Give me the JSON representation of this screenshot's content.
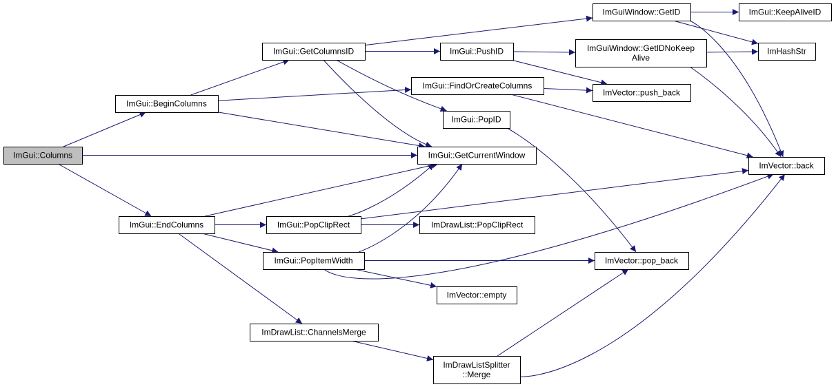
{
  "colors": {
    "edge": "#191970",
    "node_border": "#000000",
    "root_fill": "#bfbfbf",
    "node_fill": "#ffffff"
  },
  "nodes": [
    {
      "id": "columns",
      "label": [
        "ImGui::Columns"
      ],
      "root": true
    },
    {
      "id": "begincolumns",
      "label": [
        "ImGui::BeginColumns"
      ]
    },
    {
      "id": "endcolumns",
      "label": [
        "ImGui::EndColumns"
      ]
    },
    {
      "id": "getcolumnsid",
      "label": [
        "ImGui::GetColumnsID"
      ]
    },
    {
      "id": "findorcreate",
      "label": [
        "ImGui::FindOrCreateColumns"
      ]
    },
    {
      "id": "getcurrentwindow",
      "label": [
        "ImGui::GetCurrentWindow"
      ]
    },
    {
      "id": "pushid",
      "label": [
        "ImGui::PushID"
      ]
    },
    {
      "id": "popid",
      "label": [
        "ImGui::PopID"
      ]
    },
    {
      "id": "popcliprect",
      "label": [
        "ImGui::PopClipRect"
      ]
    },
    {
      "id": "popitemwidth",
      "label": [
        "ImGui::PopItemWidth"
      ]
    },
    {
      "id": "channelsmerge",
      "label": [
        "ImDrawList::ChannelsMerge"
      ]
    },
    {
      "id": "windowgetid",
      "label": [
        "ImGuiWindow::GetID"
      ]
    },
    {
      "id": "getidnokeep",
      "label": [
        "ImGuiWindow::GetIDNoKeep",
        "Alive"
      ]
    },
    {
      "id": "pushback",
      "label": [
        "ImVector::push_back"
      ]
    },
    {
      "id": "drawlistpopclip",
      "label": [
        "ImDrawList::PopClipRect"
      ]
    },
    {
      "id": "popback",
      "label": [
        "ImVector::pop_back"
      ]
    },
    {
      "id": "empty",
      "label": [
        "ImVector::empty"
      ]
    },
    {
      "id": "splittermerge",
      "label": [
        "ImDrawListSplitter",
        "::Merge"
      ]
    },
    {
      "id": "keepaliveid",
      "label": [
        "ImGui::KeepAliveID"
      ]
    },
    {
      "id": "imhashstr",
      "label": [
        "ImHashStr"
      ]
    },
    {
      "id": "back",
      "label": [
        "ImVector::back"
      ]
    }
  ],
  "edges": [
    [
      "columns",
      "begincolumns"
    ],
    [
      "columns",
      "getcurrentwindow"
    ],
    [
      "columns",
      "endcolumns"
    ],
    [
      "begincolumns",
      "getcolumnsid"
    ],
    [
      "begincolumns",
      "findorcreate"
    ],
    [
      "begincolumns",
      "getcurrentwindow"
    ],
    [
      "endcolumns",
      "getcurrentwindow"
    ],
    [
      "endcolumns",
      "popcliprect"
    ],
    [
      "endcolumns",
      "popitemwidth"
    ],
    [
      "endcolumns",
      "channelsmerge"
    ],
    [
      "getcolumnsid",
      "windowgetid"
    ],
    [
      "getcolumnsid",
      "pushid"
    ],
    [
      "getcolumnsid",
      "popid"
    ],
    [
      "getcolumnsid",
      "getcurrentwindow"
    ],
    [
      "findorcreate",
      "pushback"
    ],
    [
      "findorcreate",
      "back"
    ],
    [
      "pushid",
      "getidnokeep"
    ],
    [
      "pushid",
      "pushback"
    ],
    [
      "popid",
      "popback"
    ],
    [
      "popcliprect",
      "getcurrentwindow"
    ],
    [
      "popcliprect",
      "drawlistpopclip"
    ],
    [
      "popcliprect",
      "back"
    ],
    [
      "popitemwidth",
      "getcurrentwindow"
    ],
    [
      "popitemwidth",
      "popback"
    ],
    [
      "popitemwidth",
      "empty"
    ],
    [
      "popitemwidth",
      "back"
    ],
    [
      "channelsmerge",
      "splittermerge"
    ],
    [
      "splittermerge",
      "popback"
    ],
    [
      "splittermerge",
      "back"
    ],
    [
      "windowgetid",
      "keepaliveid"
    ],
    [
      "windowgetid",
      "imhashstr"
    ],
    [
      "windowgetid",
      "back"
    ],
    [
      "getidnokeep",
      "imhashstr"
    ],
    [
      "getidnokeep",
      "back"
    ]
  ]
}
